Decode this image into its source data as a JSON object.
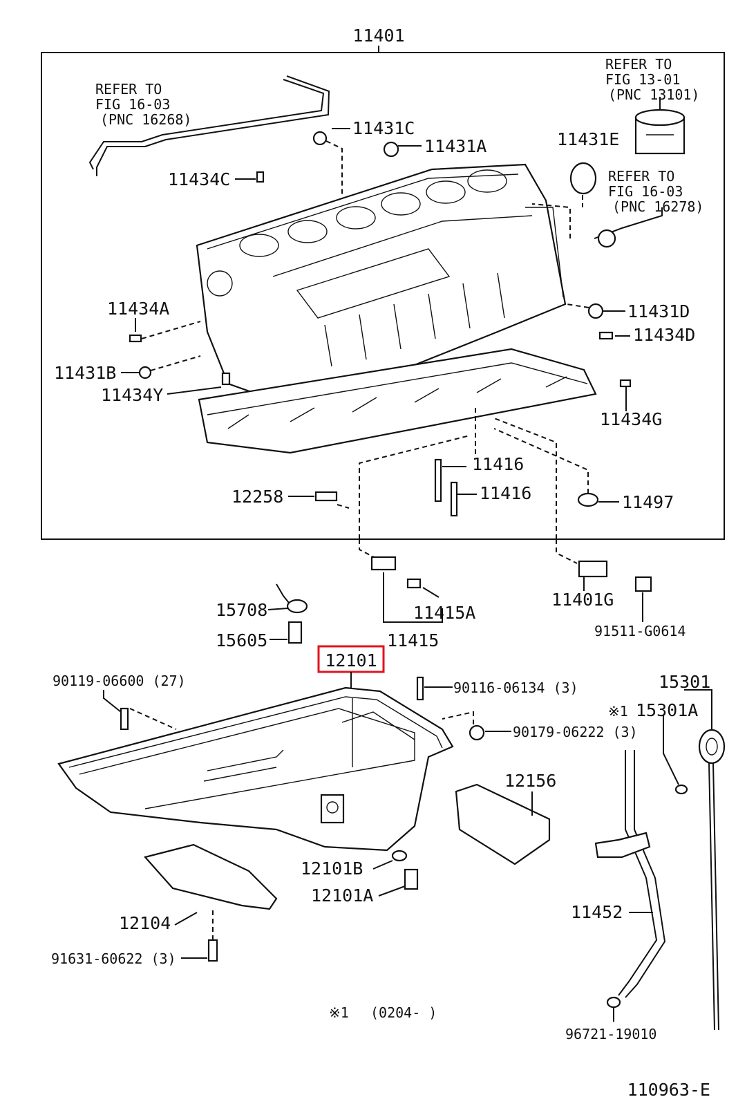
{
  "assembly_label": "11401",
  "footer": {
    "figure_code": "110963-E",
    "note_symbol": "※1",
    "note_text": "(0204-        )"
  },
  "highlight": {
    "part": "12101",
    "color": "#e0141e"
  },
  "refs": {
    "left_top": [
      "REFER TO",
      "FIG 16-03",
      "(PNC 16268)"
    ],
    "right_top": [
      "REFER TO",
      "FIG 13-01",
      "(PNC 13101)"
    ],
    "right_mid": [
      "REFER TO",
      "FIG 16-03",
      "(PNC 16278)"
    ]
  },
  "parts": {
    "p11431C": "11431C",
    "p11431A": "11431A",
    "p11431E": "11431E",
    "p11434C": "11434C",
    "p11434A": "11434A",
    "p11431B": "11431B",
    "p11434Y": "11434Y",
    "p11431D": "11431D",
    "p11434D": "11434D",
    "p11434G": "11434G",
    "p11416a": "11416",
    "p11416b": "11416",
    "p12258": "12258",
    "p11497": "11497",
    "p15708": "15708",
    "p15605": "15605",
    "p11415A": "11415A",
    "p11415": "11415",
    "p11401G": "11401G",
    "p91511": "91511-G0614",
    "p12101": "12101",
    "p90119": "90119-06600 (27)",
    "p90116": "90116-06134 (3)",
    "p90179": "90179-06222 (3)",
    "p15301": "15301",
    "p15301A_mark": "※1",
    "p15301A": "15301A",
    "p12156": "12156",
    "p12101B": "12101B",
    "p12101A": "12101A",
    "p12104": "12104",
    "p91631": "91631-60622 (3)",
    "p11452": "11452",
    "p96721": "96721-19010"
  }
}
